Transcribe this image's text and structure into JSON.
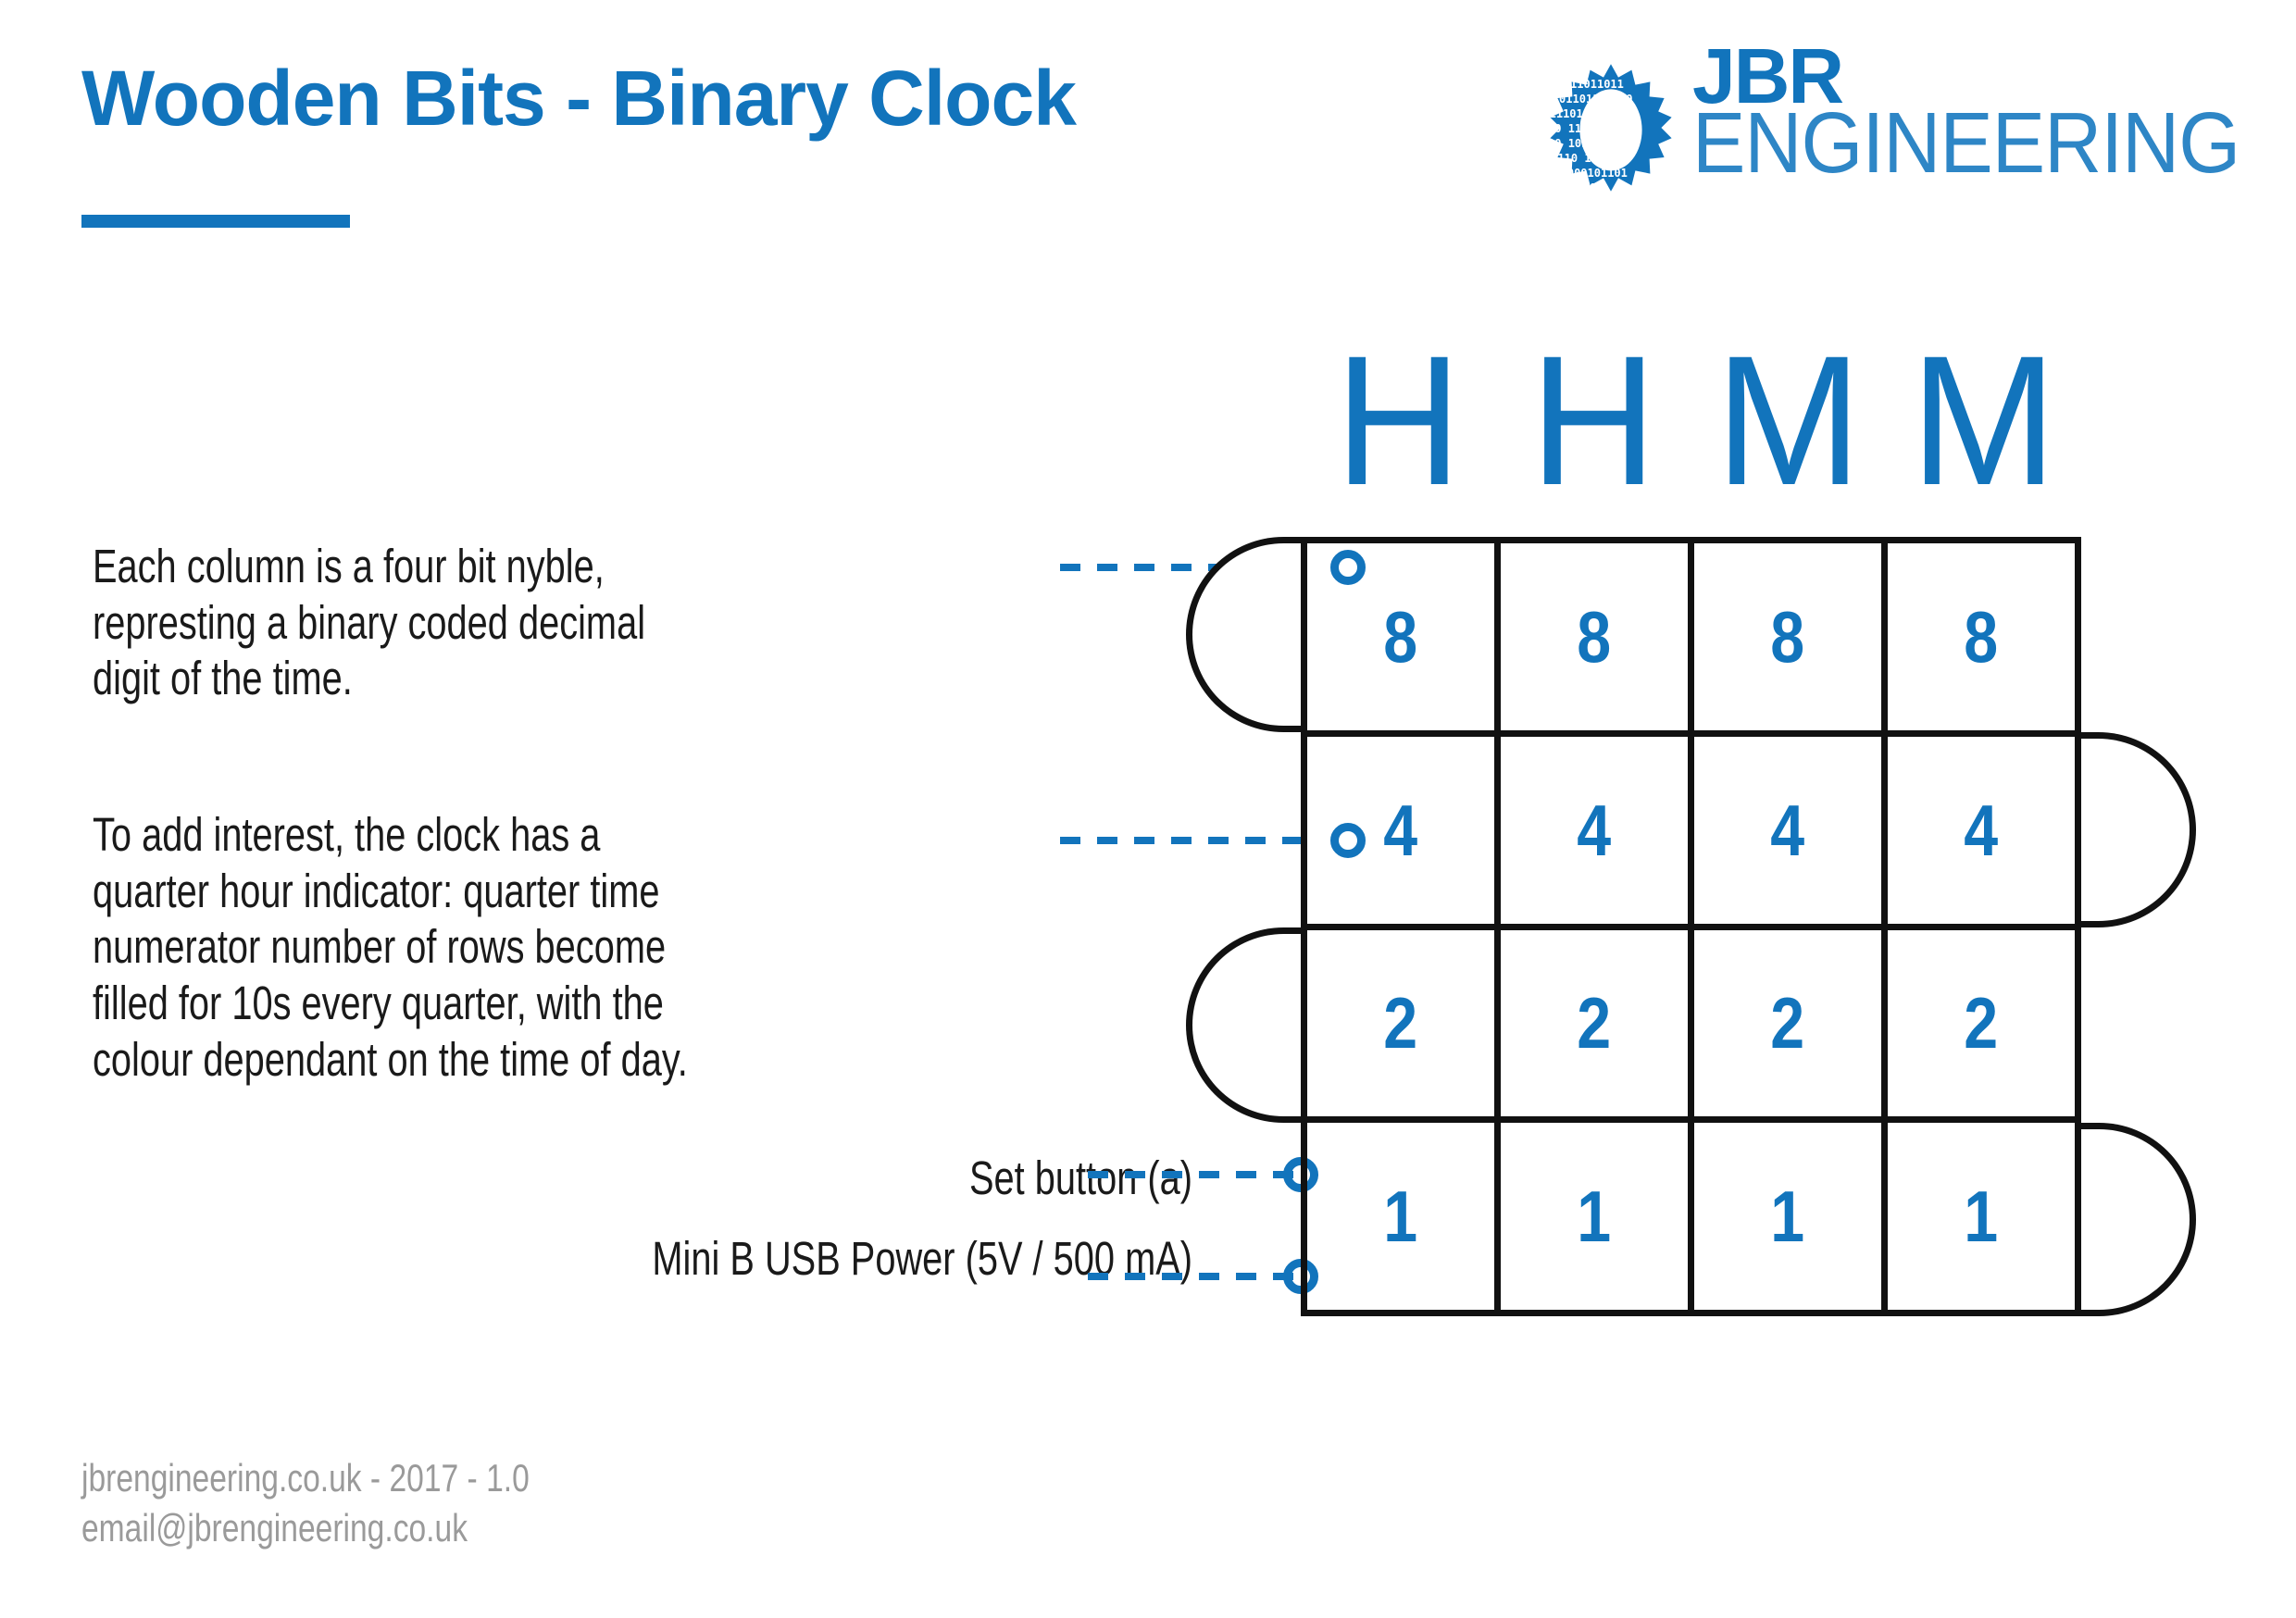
{
  "header": {
    "title": "Wooden Bits - Binary Clock",
    "accent_color": "#1274BC"
  },
  "logo": {
    "icon": "gear-binary-icon",
    "brand_top": "JBR",
    "brand_bottom": "ENGINEERING",
    "gear_binary_text": [
      "010110111",
      "11011011011",
      "101 100",
      "1011 1001",
      "000000101",
      "01 0"
    ]
  },
  "callouts": [
    {
      "id": "nyble-explanation",
      "lines": [
        "Each column is a four bit nyble,",
        "represting a binary coded decimal",
        "digit of the time."
      ]
    },
    {
      "id": "quarter-hour-explanation",
      "lines": [
        "To add interest, the clock has a",
        "quarter hour indicator: quarter time",
        "numerator number of rows become",
        "filled for 10s every quarter, with the",
        "colour dependant on the time of day."
      ]
    }
  ],
  "annotations": {
    "set_button": "Set button (a)",
    "usb_power": "Mini B USB Power (5V / 500 mA)"
  },
  "diagram": {
    "column_headers": [
      "H",
      "H",
      "M",
      "M"
    ],
    "rows": [
      {
        "weight": "8",
        "tab_side": "left",
        "values": [
          "8",
          "8",
          "8",
          "8"
        ]
      },
      {
        "weight": "4",
        "tab_side": "right",
        "values": [
          "4",
          "4",
          "4",
          "4"
        ]
      },
      {
        "weight": "2",
        "tab_side": "left",
        "values": [
          "2",
          "2",
          "2",
          "2"
        ]
      },
      {
        "weight": "1",
        "tab_side": "right",
        "values": [
          "1",
          "1",
          "1",
          "1"
        ]
      }
    ]
  },
  "footer": {
    "line1": "jbrengineering.co.uk - 2017 - 1.0",
    "line2": "email@jbrengineering.co.uk"
  }
}
